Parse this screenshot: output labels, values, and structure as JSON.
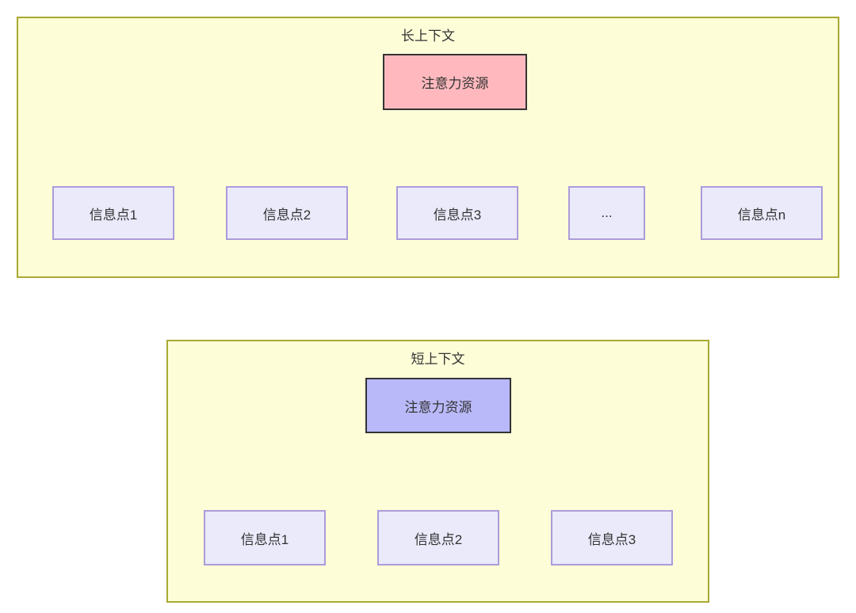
{
  "long_context": {
    "title": "长上下文",
    "attention": {
      "label": "注意力资源"
    },
    "nodes": [
      {
        "label": "信息点1"
      },
      {
        "label": "信息点2"
      },
      {
        "label": "信息点3"
      },
      {
        "label": "..."
      },
      {
        "label": "信息点n"
      }
    ]
  },
  "short_context": {
    "title": "短上下文",
    "attention": {
      "label": "注意力资源"
    },
    "nodes": [
      {
        "label": "信息点1"
      },
      {
        "label": "信息点2"
      },
      {
        "label": "信息点3"
      }
    ]
  },
  "colors": {
    "container_fill": "#fdfdd8",
    "container_border": "#a9a933",
    "attention_long_fill": "#ffb9be",
    "attention_short_fill": "#b9b9f9",
    "attention_border": "#333333",
    "node_fill": "#eaeafb",
    "node_border": "#ab9cd9",
    "arrow": "#333333",
    "text": "#333333"
  }
}
